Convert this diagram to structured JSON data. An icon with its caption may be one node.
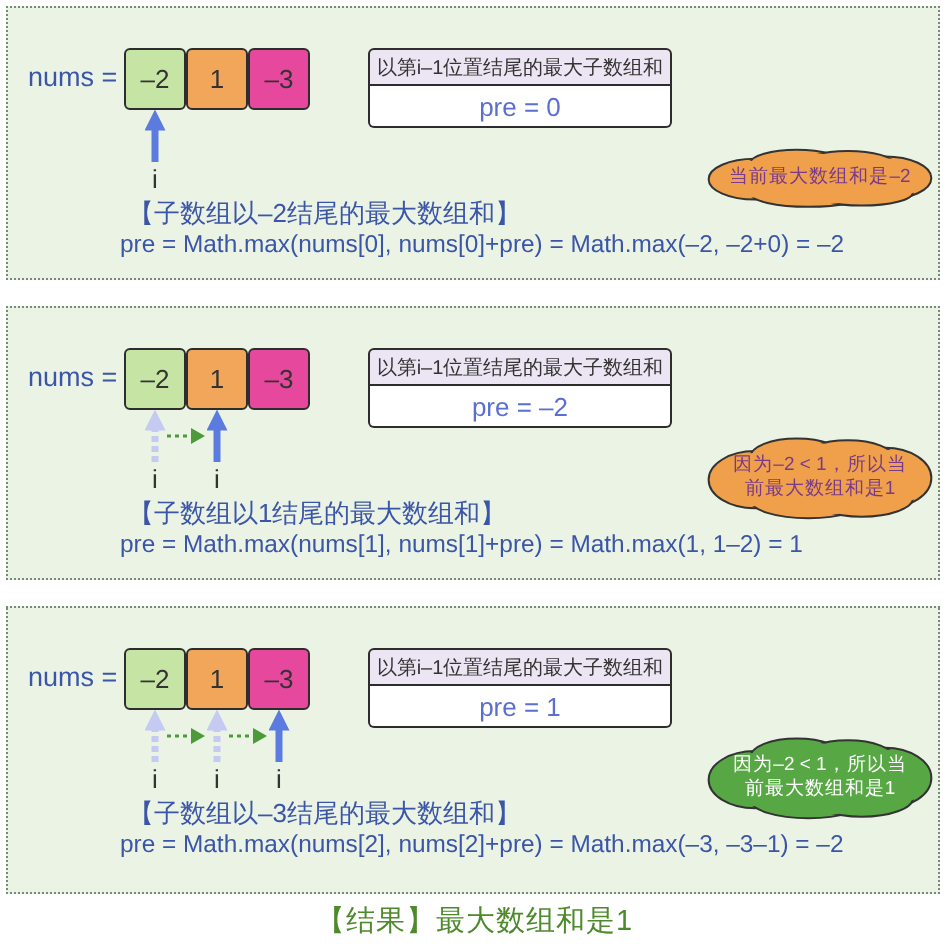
{
  "diagram": {
    "caption": "【结果】最大数组和是1",
    "nodes": [
      {
        "text": [
          "nums =",
          "【子数组以–2结尾的最大数组和】",
          "pre = Math.max(nums[0], nums[0]+pre) = Math.max(–2, –2+0) = –2"
        ]
      },
      {
        "text": [
          "–2"
        ],
        "in": 0
      },
      {
        "text": [
          "1"
        ],
        "in": 0
      },
      {
        "text": [
          "–3"
        ],
        "in": 0
      },
      {
        "text": [
          "以第i–1位置结尾的最大子数组和"
        ],
        "in": 0
      },
      {
        "text": [
          "pre = 0"
        ],
        "in": 0
      },
      {
        "text": [
          "当前最大数组和是–2"
        ],
        "in": 0
      },
      {
        "text": [
          "i"
        ],
        "in": 0
      },
      {
        "text": [
          "nums =",
          "【子数组以1结尾的最大数组和】",
          "pre = Math.max(nums[1], nums[1]+pre) = Math.max(1, 1–2) = 1"
        ]
      },
      {
        "text": [
          "–2"
        ],
        "in": 8
      },
      {
        "text": [
          "1"
        ],
        "in": 8
      },
      {
        "text": [
          "–3"
        ],
        "in": 8
      },
      {
        "text": [
          "以第i–1位置结尾的最大子数组和"
        ],
        "in": 8
      },
      {
        "text": [
          "pre = –2"
        ],
        "in": 8
      },
      {
        "text": [
          "因为–2 < 1，所以当前最大数组和是1"
        ],
        "in": 8
      },
      {
        "text": [
          "i"
        ],
        "in": 8
      },
      {
        "text": [
          "i"
        ],
        "in": 8
      },
      {
        "text": [
          "nums =",
          "【子数组以–3结尾的最大数组和】",
          "pre = Math.max(nums[2], nums[2]+pre) = Math.max(–3, –3–1) = –2"
        ]
      },
      {
        "text": [
          "–2"
        ],
        "in": 17
      },
      {
        "text": [
          "1"
        ],
        "in": 17
      },
      {
        "text": [
          "–3"
        ],
        "in": 17
      },
      {
        "text": [
          "以第i–1位置结尾的最大子数组和"
        ],
        "in": 17
      },
      {
        "text": [
          "pre = 1"
        ],
        "in": 17
      },
      {
        "text": [
          "因为–2 < 1，所以当前最大数组和是1"
        ],
        "in": 17
      },
      {
        "text": [
          "i"
        ],
        "in": 17
      },
      {
        "text": [
          "i"
        ],
        "in": 17
      },
      {
        "text": [
          "i"
        ],
        "in": 17
      }
    ],
    "edges": [
      {
        "from": 7,
        "to": 1,
        "arrow": "to"
      },
      {
        "from": 15,
        "to": 9,
        "arrow": "to",
        "style": "dashed",
        "color": "#c5caf2"
      },
      {
        "from": 16,
        "to": 10,
        "arrow": "to"
      },
      {
        "from": 24,
        "to": 18,
        "arrow": "to",
        "style": "dashed",
        "color": "#c5caf2"
      },
      {
        "from": 25,
        "to": 19,
        "arrow": "to",
        "style": "dashed",
        "color": "#c5caf2"
      },
      {
        "from": 26,
        "to": 20,
        "arrow": "to"
      }
    ]
  }
}
